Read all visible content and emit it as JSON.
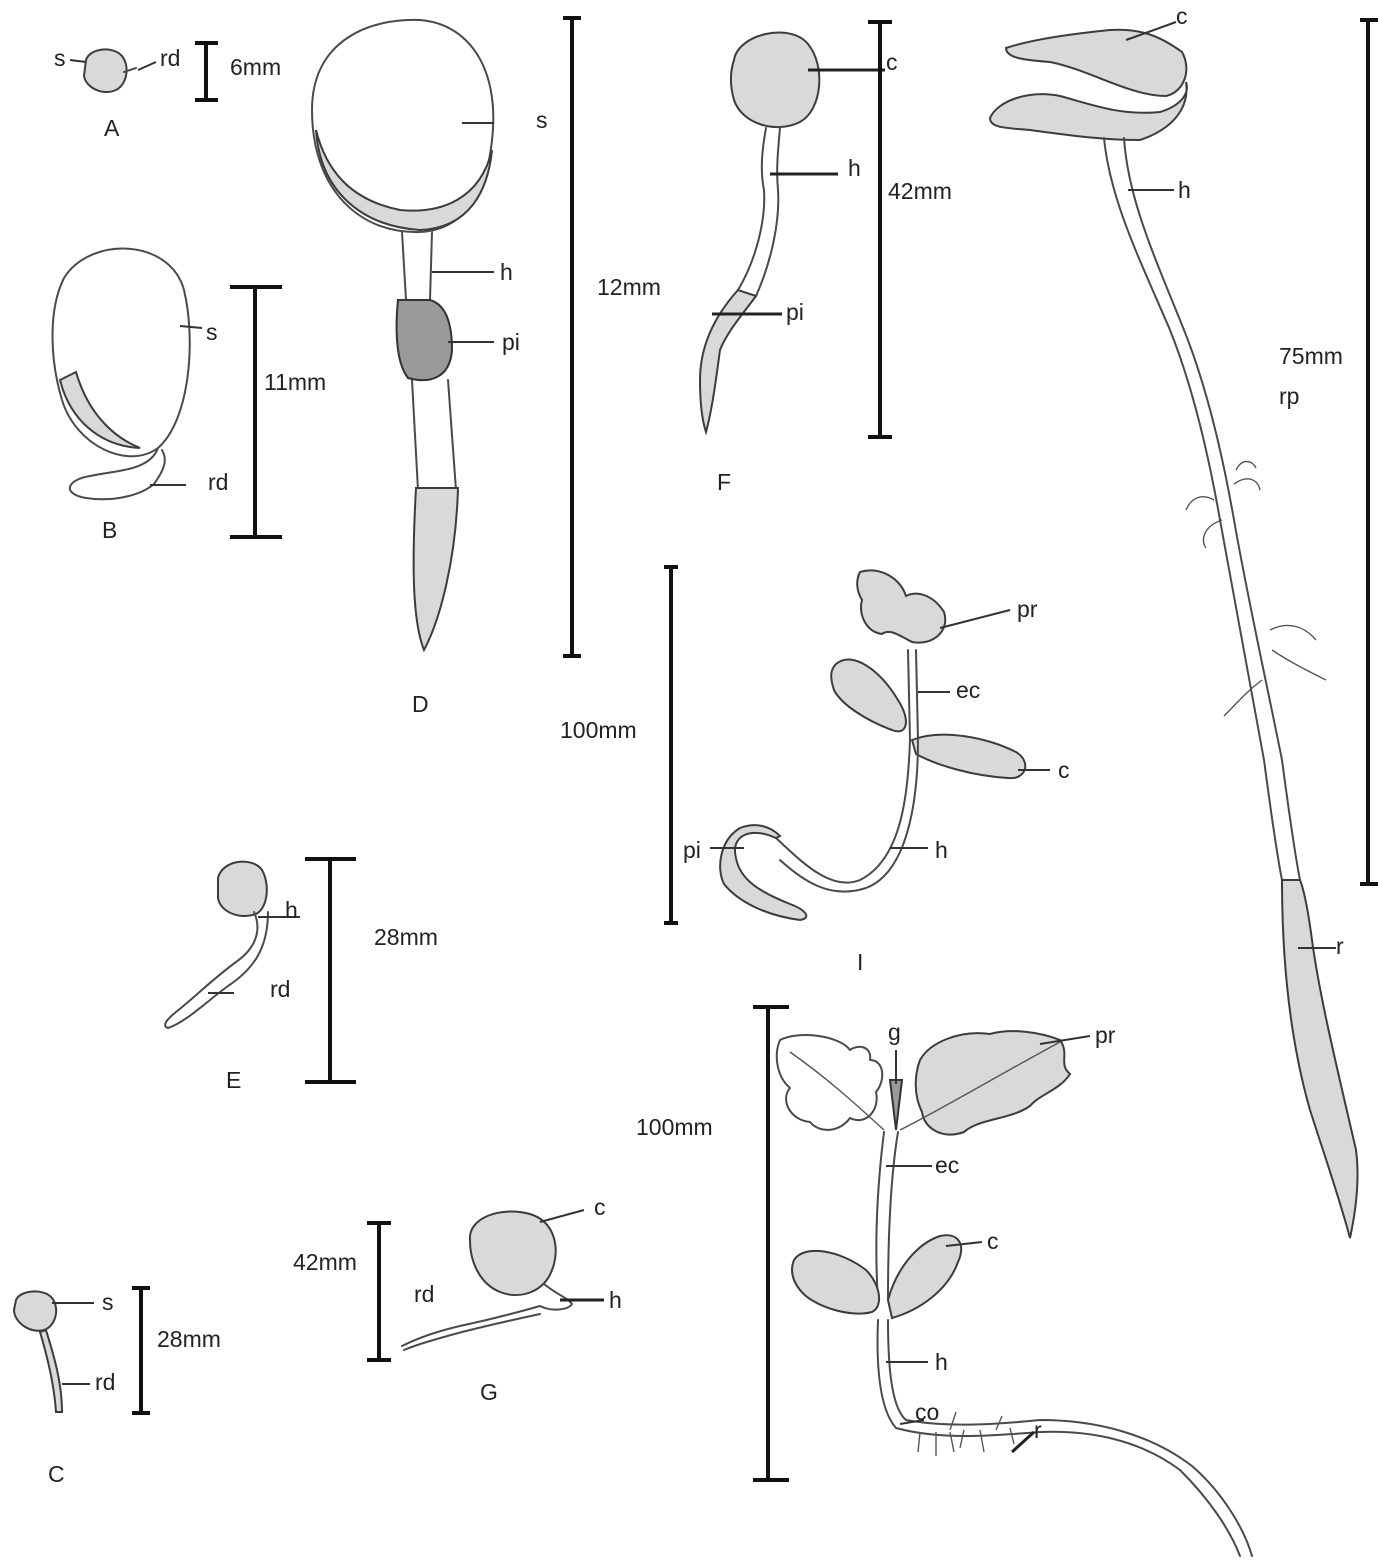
{
  "figure": {
    "panels": {
      "A": {
        "letter": "A",
        "labels": {
          "s": "s",
          "rd": "rd"
        },
        "scale": "6mm"
      },
      "B": {
        "letter": "B",
        "labels": {
          "s": "s",
          "rd": "rd"
        },
        "scale": "11mm"
      },
      "C": {
        "letter": "C",
        "labels": {
          "s": "s",
          "rd": "rd"
        },
        "scale": "28mm"
      },
      "D": {
        "letter": "D",
        "labels": {
          "s": "s",
          "h": "h",
          "pi": "pi"
        },
        "scale": "12mm"
      },
      "E": {
        "letter": "E",
        "labels": {
          "h": "h",
          "rd": "rd"
        },
        "scale": "28mm"
      },
      "F": {
        "letter": "F",
        "labels": {
          "c": "c",
          "h": "h",
          "pi": "pi"
        },
        "scale": "42mm"
      },
      "G": {
        "letter": "G",
        "labels": {
          "c": "c",
          "h": "h",
          "rd": "rd"
        },
        "scale": "42mm"
      },
      "I": {
        "letter": "I",
        "labels": {
          "pr": "pr",
          "ec": "ec",
          "c": "c",
          "h": "h",
          "pi": "pi"
        },
        "scale": "100mm"
      },
      "J": {
        "labels": {
          "g": "g",
          "pr": "pr",
          "ec": "ec",
          "c": "c",
          "h": "h",
          "co": "co",
          "r": "r"
        },
        "scale": "100mm"
      },
      "K": {
        "labels": {
          "c": "c",
          "h": "h",
          "rp": "rp",
          "r": "r"
        },
        "scale": "75mm"
      }
    }
  }
}
